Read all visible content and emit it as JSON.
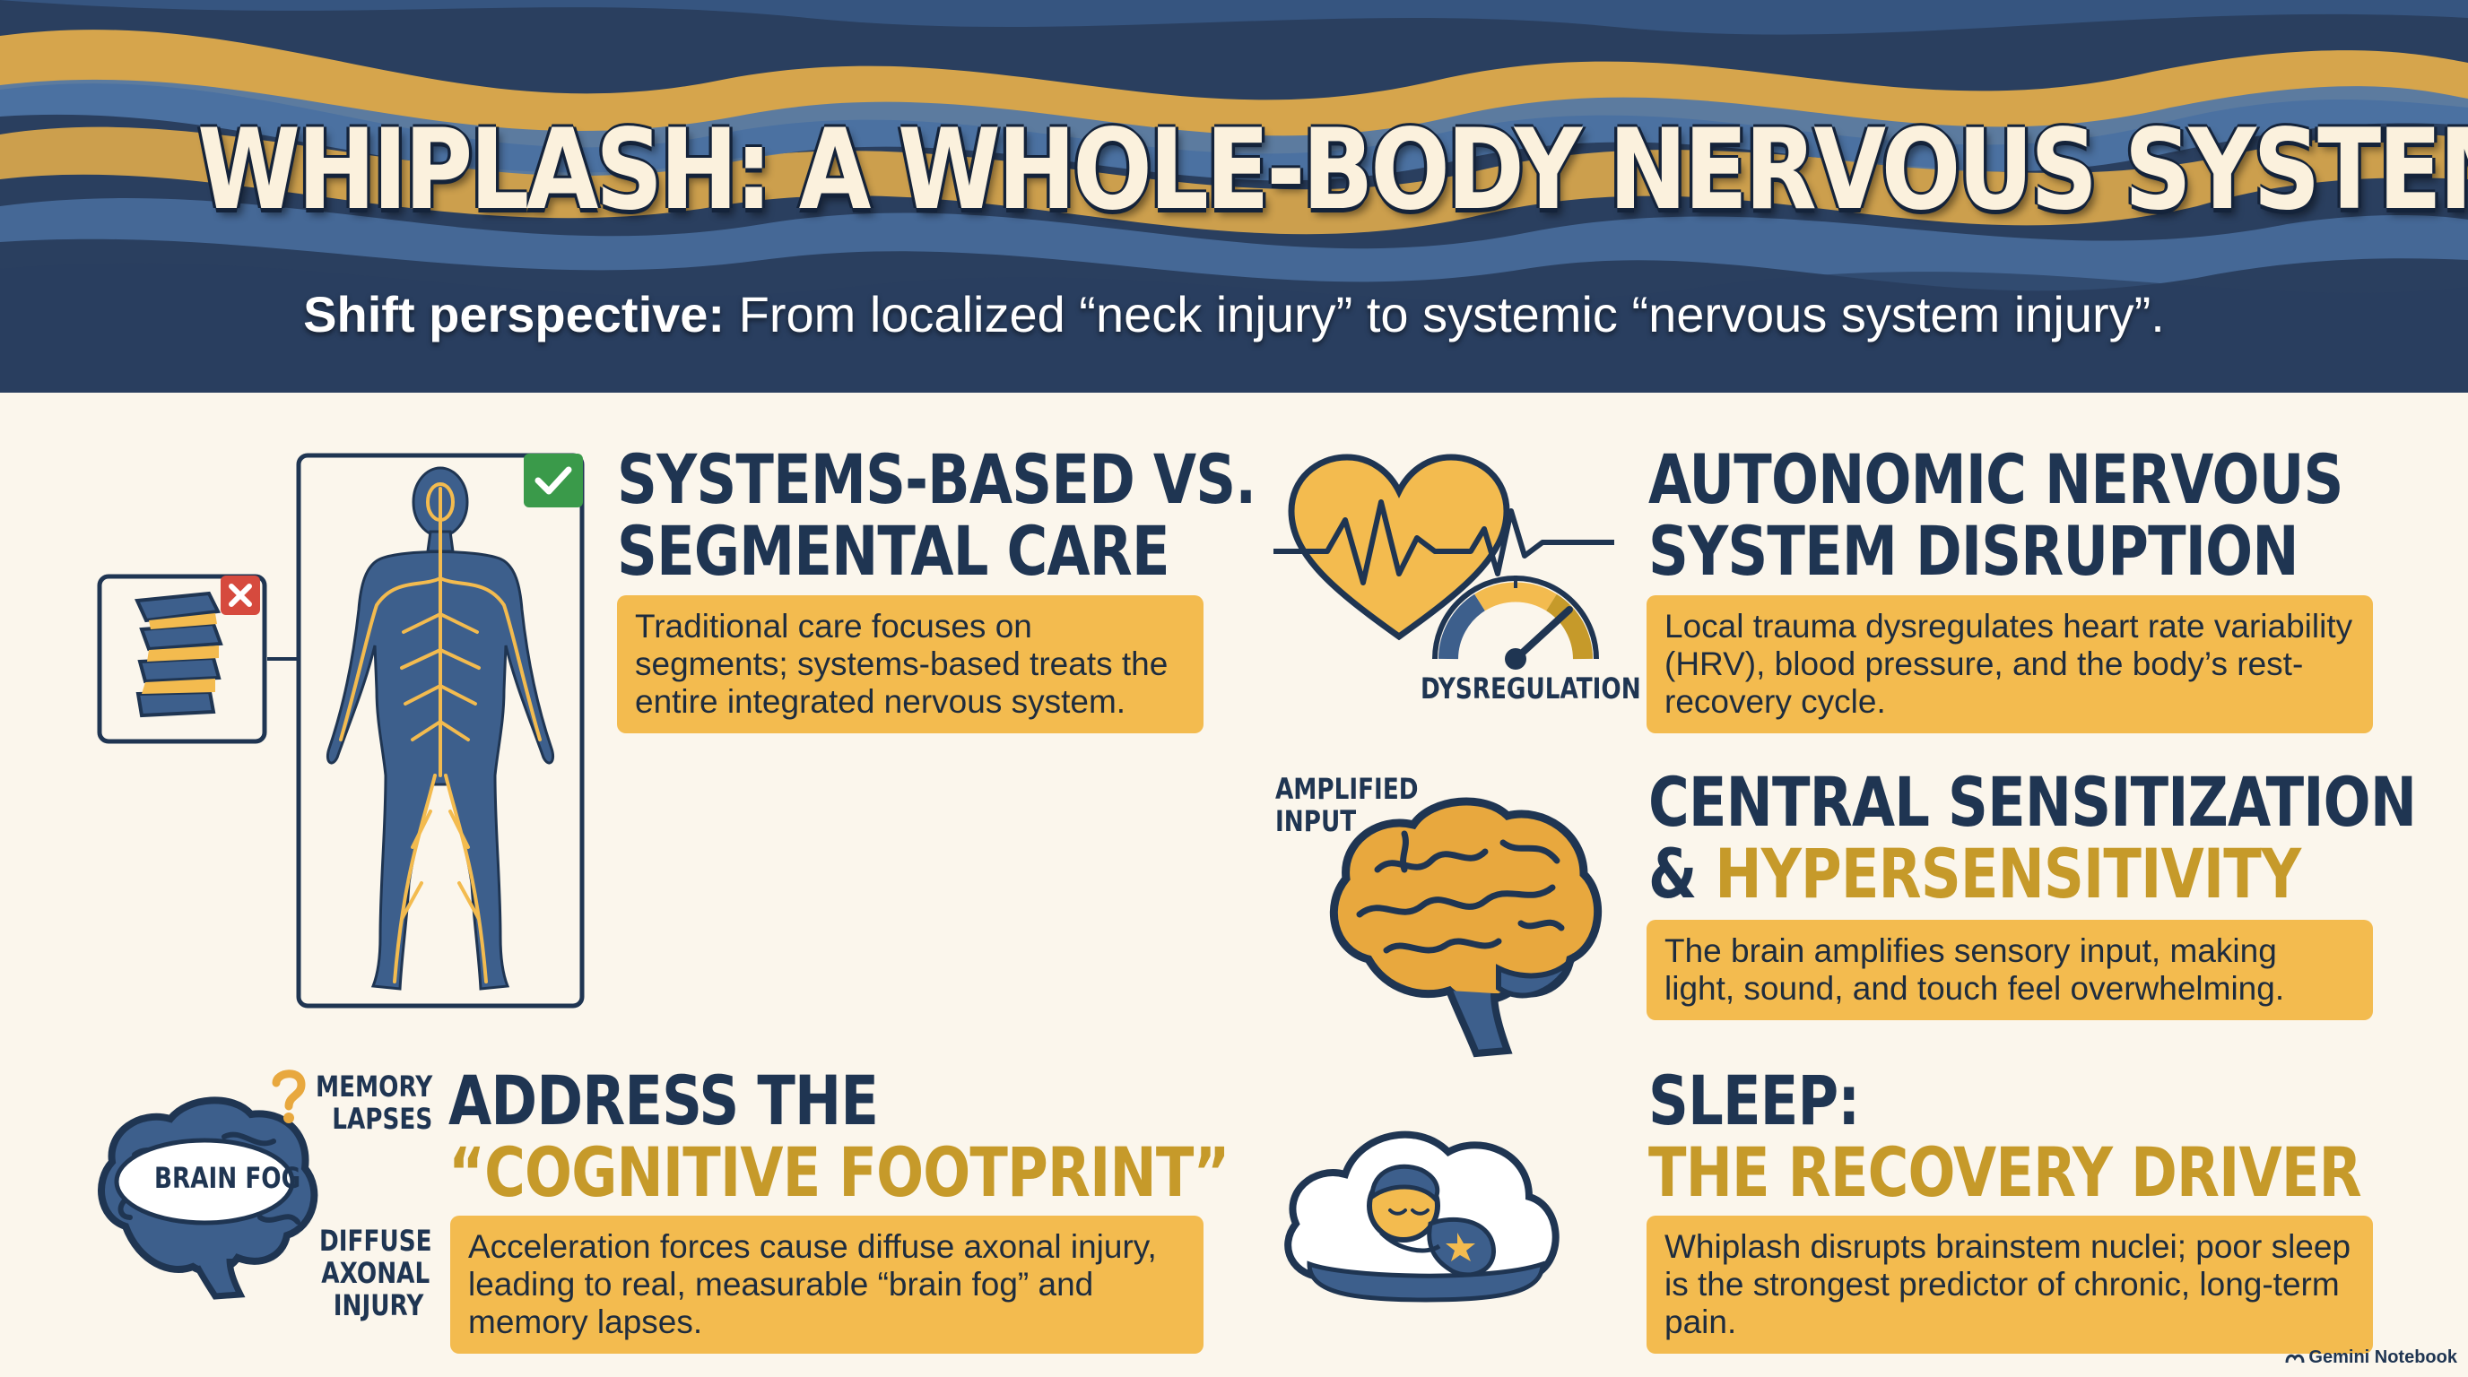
{
  "header": {
    "title": "WHIPLASH: A WHOLE-BODY NERVOUS SYSTEM EVENT",
    "subtitle_bold": "Shift perspective:",
    "subtitle_rest": " From localized “neck injury” to systemic “nervous system injury”."
  },
  "sections": {
    "systems": {
      "heading_line1": "SYSTEMS-BASED VS.",
      "heading_line2": "SEGMENTAL CARE",
      "text": "Traditional care focuses on segments; systems-based treats the entire integrated nervous system."
    },
    "autonomic": {
      "heading_line1": "AUTONOMIC NERVOUS",
      "heading_line2": "SYSTEM DISRUPTION",
      "text": "Local trauma dysregulates heart rate variability (HRV), blood pressure, and the body’s rest-recovery cycle.",
      "icon_label": "DYSREGULATION"
    },
    "central": {
      "heading_line1": "CENTRAL SENSITIZATION",
      "heading_line2_prefix": "& ",
      "heading_line2_gold": "HYPERSENSITIVITY",
      "text": "The brain amplifies sensory input, making light, sound, and touch feel overwhelming.",
      "icon_label_line1": "AMPLIFIED",
      "icon_label_line2": "INPUT"
    },
    "cognitive": {
      "heading_line1": "ADDRESS THE",
      "heading_line2": "“COGNITIVE FOOTPRINT”",
      "text": "Acceleration forces cause diffuse axonal injury, leading to real, measurable “brain fog” and memory lapses.",
      "label_memory_1": "MEMORY",
      "label_memory_2": "LAPSES",
      "label_brainfog": "BRAIN FOG",
      "label_diffuse_1": "DIFFUSE",
      "label_diffuse_2": "AXONAL",
      "label_diffuse_3": "INJURY"
    },
    "sleep": {
      "heading_line1": "SLEEP:",
      "heading_line2": "THE RECOVERY DRIVER",
      "text": "Whiplash disrupts brainstem nuclei; poor sleep is the strongest predictor of chronic, long-term pain."
    }
  },
  "footer": {
    "brand": "Gemini Notebook"
  },
  "colors": {
    "navy": "#1f3552",
    "gold": "#f3bb4f",
    "gold_dark": "#c69a2a",
    "background": "#fbf6ec",
    "body_blue": "#3d5f8c",
    "check_green": "#3a9a4a",
    "cross_red": "#d64a3e"
  },
  "icons": [
    "human-body-nervous-system-icon",
    "spine-segment-icon",
    "check-icon",
    "cross-icon",
    "heart-ecg-icon",
    "gauge-icon",
    "brain-icon",
    "question-mark-icon",
    "sleeping-person-cloud-icon",
    "gemini-logo-icon"
  ]
}
